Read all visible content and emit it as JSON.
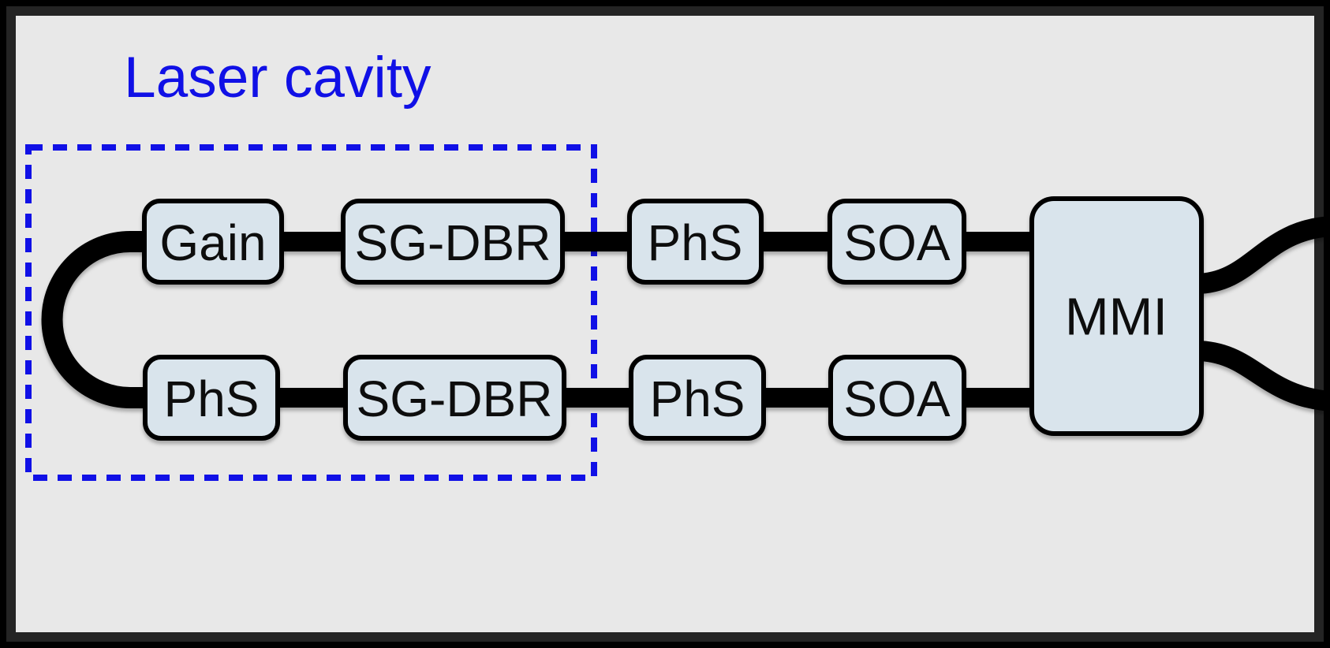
{
  "diagram": {
    "title": "Laser cavity",
    "top_row": [
      {
        "label": "Gain"
      },
      {
        "label": "SG-DBR"
      },
      {
        "label": "PhS"
      },
      {
        "label": "SOA"
      }
    ],
    "bottom_row": [
      {
        "label": "PhS"
      },
      {
        "label": "SG-DBR"
      },
      {
        "label": "PhS"
      },
      {
        "label": "SOA"
      }
    ],
    "combiner": {
      "label": "MMI"
    },
    "colors": {
      "accent_blue": "#1010e6",
      "component_fill": "#d9e4ec",
      "outline": "#000000",
      "waveguide": "#000000",
      "background": "#e8e8e8",
      "frame": "#242424"
    }
  }
}
